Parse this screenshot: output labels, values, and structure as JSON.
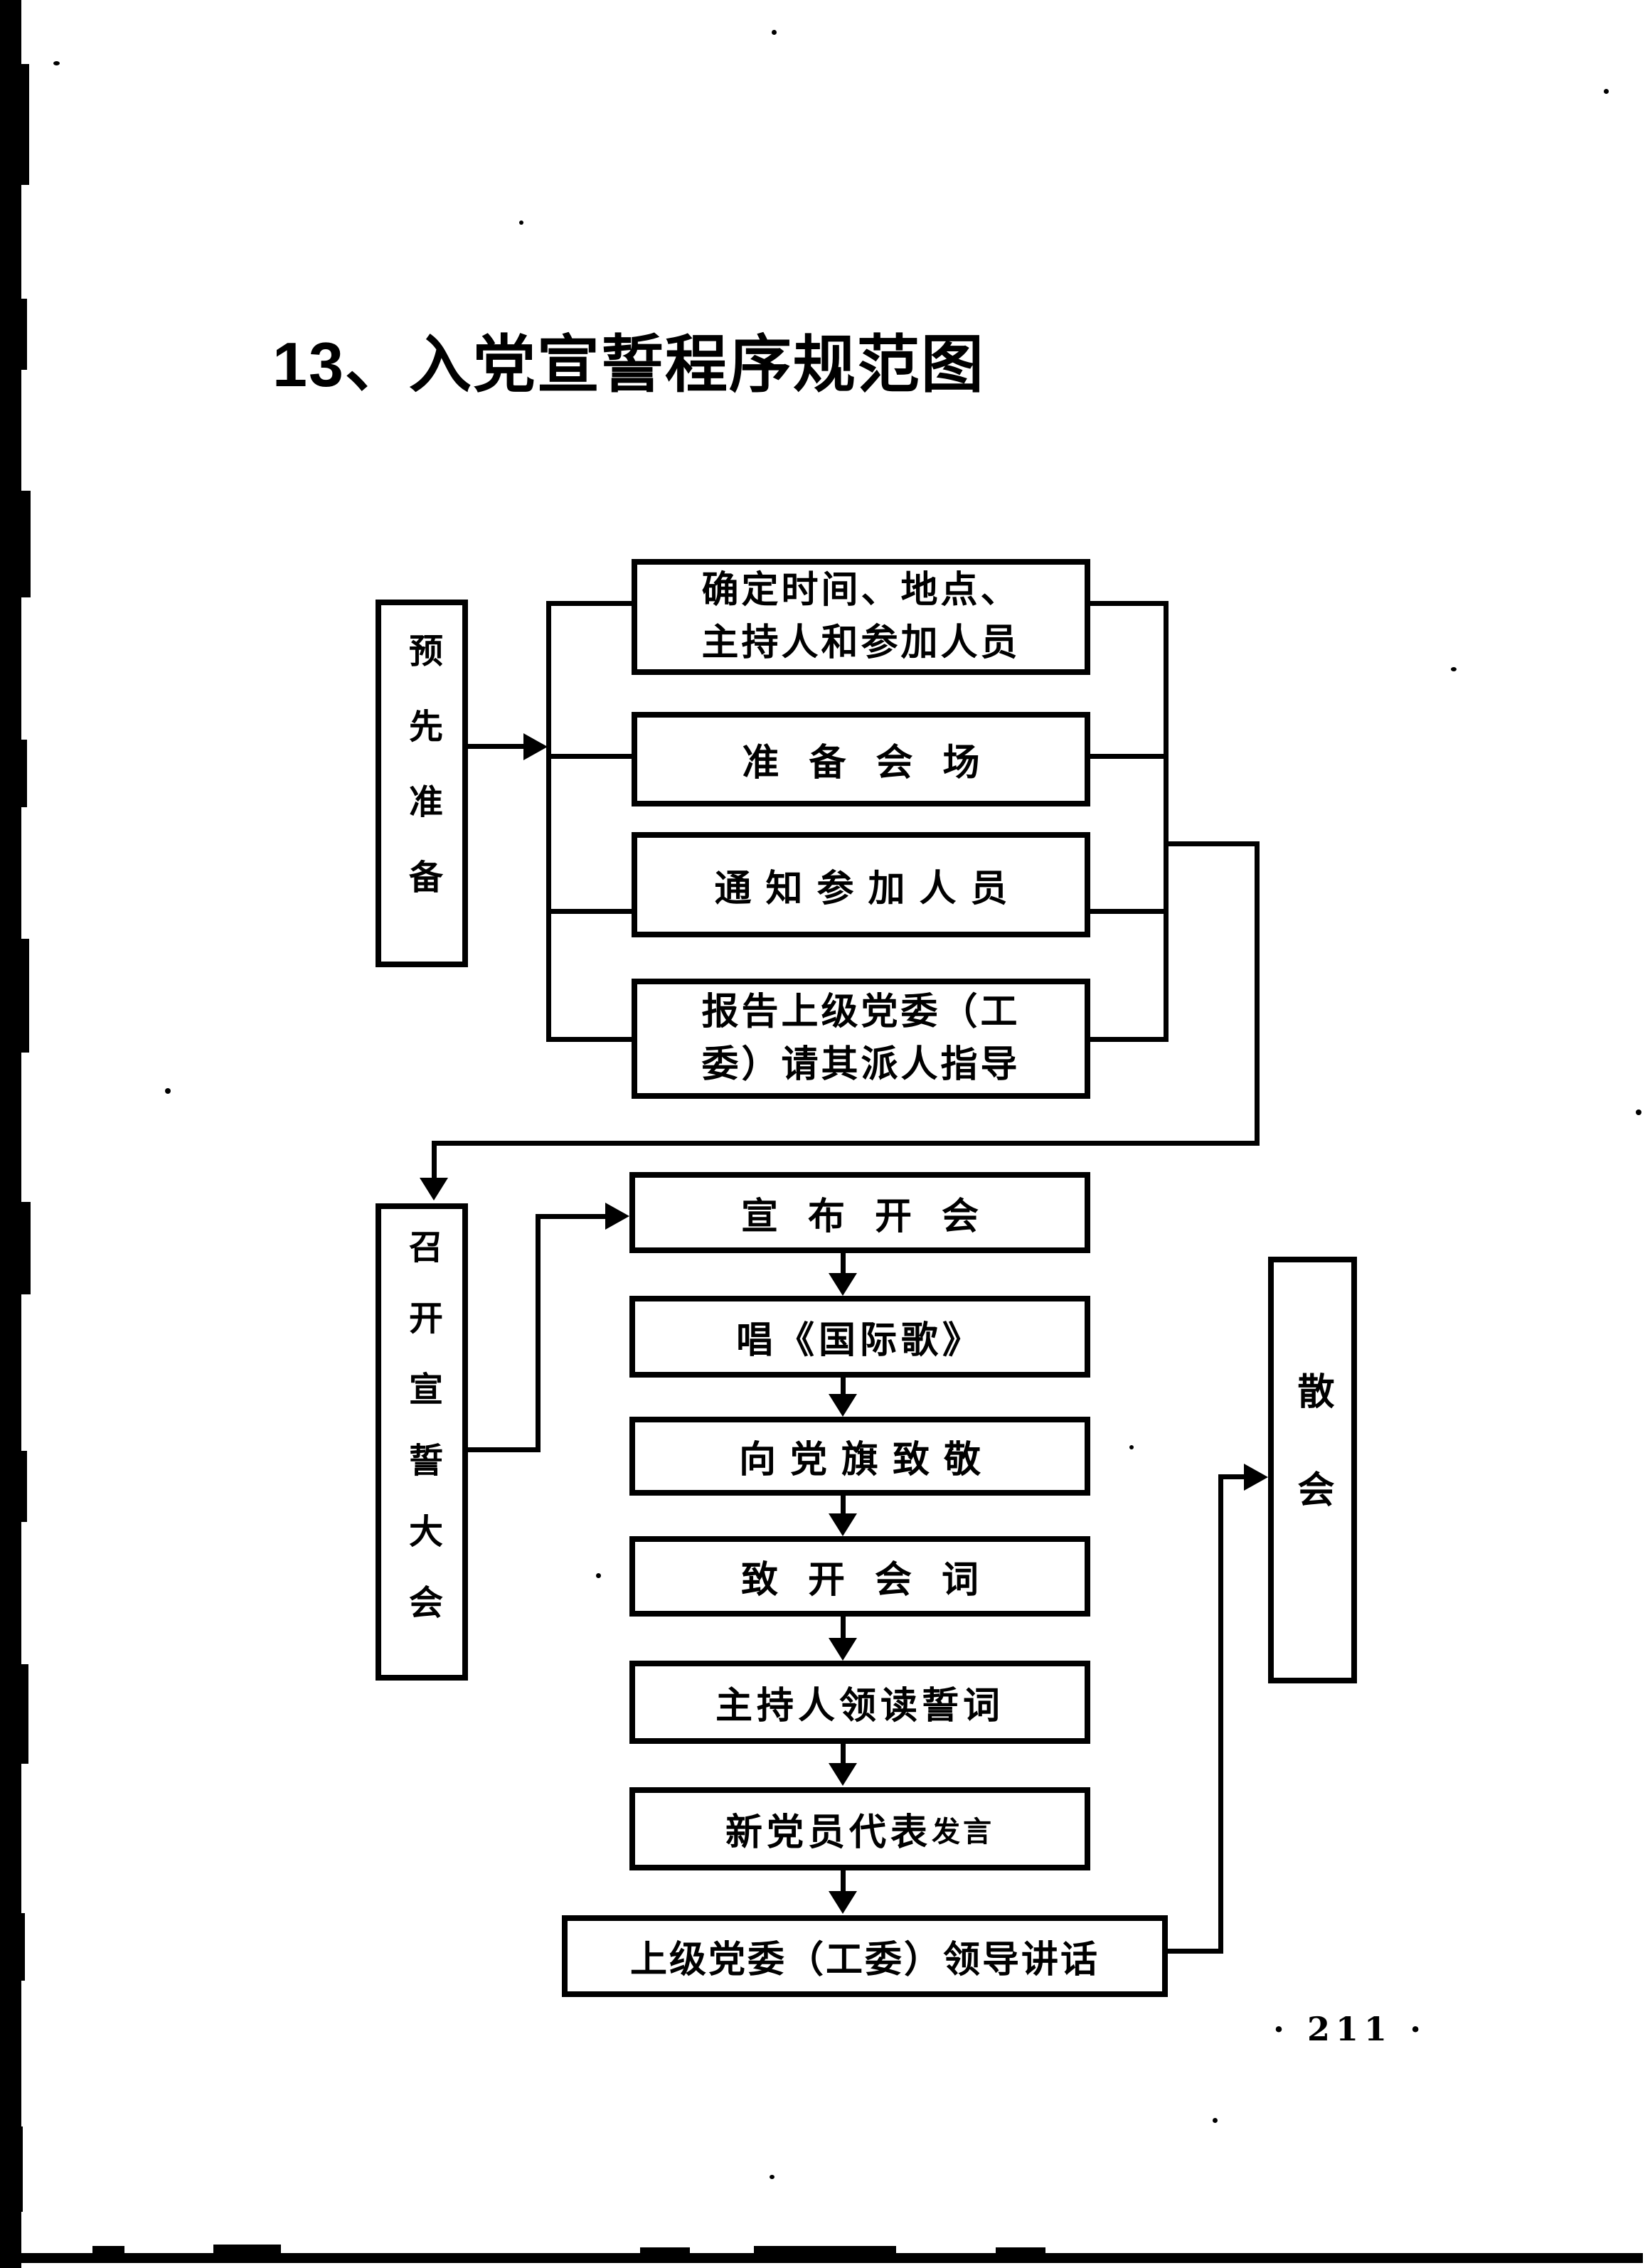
{
  "page": {
    "title": "13、入党宣誓程序规范图",
    "page_number": "· 211 ·"
  },
  "flowchart": {
    "phase1": {
      "label": "预先准备",
      "steps": [
        {
          "lines": [
            "确定时间、地点、",
            "主持人和参加人员"
          ]
        },
        {
          "label": "准备会场"
        },
        {
          "label": "通知参加人员"
        },
        {
          "lines": [
            "报告上级党委（工",
            "委）请其派人指导"
          ]
        }
      ]
    },
    "phase2": {
      "label": "召开宣誓大会",
      "steps": [
        {
          "label": "宣布开会"
        },
        {
          "label": "唱《国际歌》"
        },
        {
          "label": "向党旗致敬"
        },
        {
          "label": "致开会词"
        },
        {
          "label": "主持人领读誓词"
        },
        {
          "label": "新党员代表",
          "suffix": "发言"
        },
        {
          "label": "上级党委（工委）领导讲话"
        }
      ]
    },
    "end": {
      "label": "散会"
    }
  }
}
